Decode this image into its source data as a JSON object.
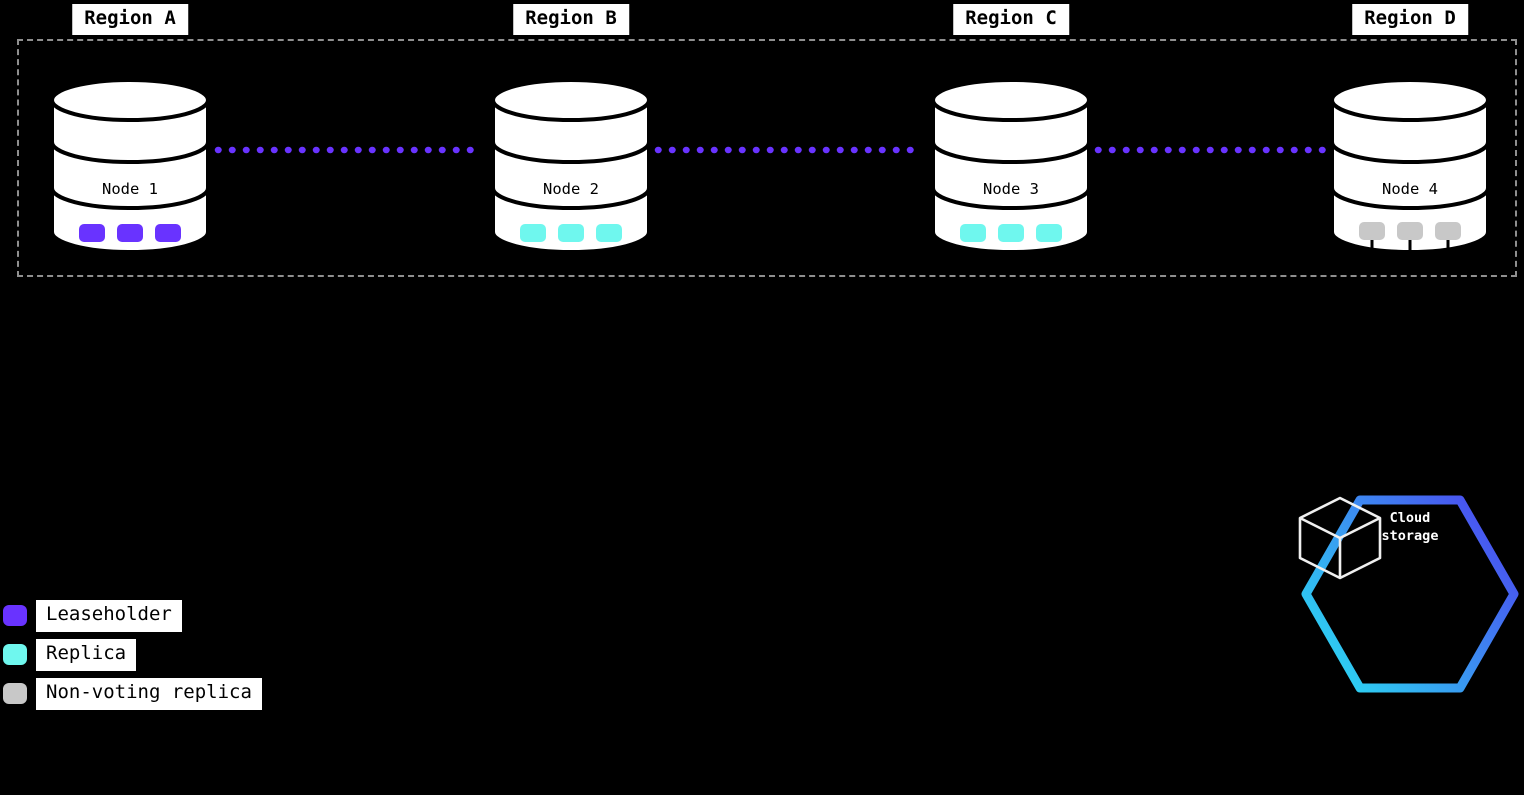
{
  "regions": [
    {
      "label": "Region A",
      "node": "Node 1",
      "range_type": "leaseholder"
    },
    {
      "label": "Region B",
      "node": "Node 2",
      "range_type": "replica"
    },
    {
      "label": "Region C",
      "node": "Node 3",
      "range_type": "replica"
    },
    {
      "label": "Region D",
      "node": "Node 4",
      "range_type": "non_voting_replica"
    }
  ],
  "ranges_per_node": 3,
  "legend": {
    "items": [
      {
        "label": "Leaseholder"
      },
      {
        "label": "Replica"
      },
      {
        "label": "Non-voting replica"
      }
    ]
  },
  "cloud_storage": {
    "label": "Cloud storage"
  },
  "colors": {
    "background": "#000000",
    "leaseholder": "#6933FF",
    "replica": "#6FF7EE",
    "non_voting": "#C8C8C8",
    "connector": "#6933FF",
    "cylinder_fill": "#FFFFFF",
    "cylinder_stroke": "#000000",
    "hex_gradient_start": "#2BD9F2",
    "hex_gradient_end": "#4B49F0"
  }
}
